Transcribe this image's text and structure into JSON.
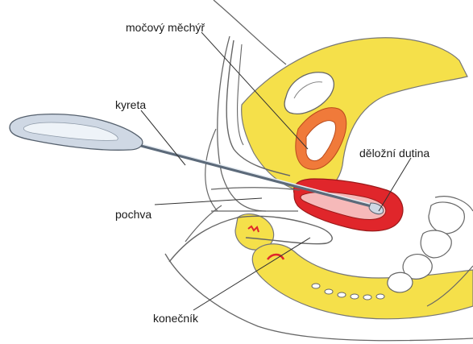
{
  "labels": {
    "bladder": "močový měchýř",
    "curette": "kyreta",
    "uterine_cavity": "děložní dutina",
    "vagina": "pochva",
    "rectum": "konečník"
  },
  "colors": {
    "tissue_yellow": "#f5e04a",
    "uterus_red": "#e0262b",
    "uterus_orange": "#f07a3a",
    "outline": "#555555",
    "instrument": "#cfd8e4"
  }
}
